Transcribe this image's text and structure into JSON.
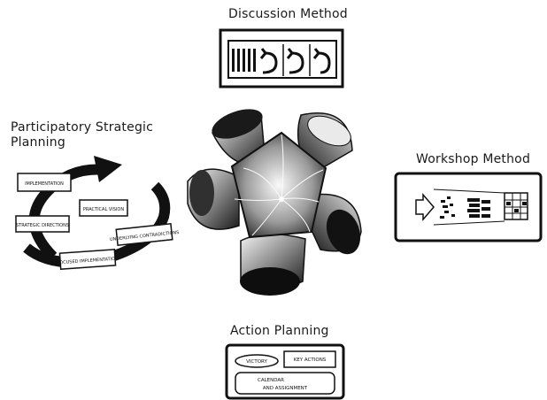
{
  "titles": {
    "discussion": "Discussion Method",
    "psp_line1": "Participatory Strategic",
    "psp_line2": "Planning",
    "workshop": "Workshop Method",
    "action": "Action Planning"
  },
  "psp_cycle": {
    "steps": [
      "IMPLEMENTATION",
      "PRACTICAL VISION",
      "UNDERLYING CONTRADICTIONS",
      "STRATEGIC DIRECTIONS",
      "FOCUSED IMPLEMENTATION"
    ]
  },
  "action_planning": {
    "victory": "VICTORY",
    "key_actions": "KEY ACTIONS",
    "calendar_line1": "CALENDAR",
    "calendar_line2": "AND ASSIGNMENT"
  },
  "colors": {
    "ink": "#111111",
    "paper": "#ffffff"
  }
}
